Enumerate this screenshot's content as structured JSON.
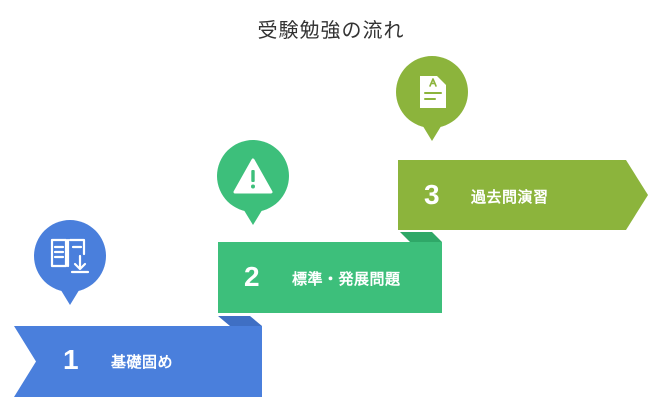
{
  "title": "受験勉強の流れ",
  "steps": [
    {
      "number": "1",
      "label": "基礎固め",
      "color": "#4a7fdc",
      "fold_color": "#3f6fc4",
      "icon": "book-download-icon"
    },
    {
      "number": "2",
      "label": "標準・発展問題",
      "color": "#3dbf7b",
      "fold_color": "#2fa868",
      "icon": "warning-icon"
    },
    {
      "number": "3",
      "label": "過去問演習",
      "color": "#8cb43c",
      "fold_color": "#78a02f",
      "icon": "answer-sheet-icon"
    }
  ]
}
